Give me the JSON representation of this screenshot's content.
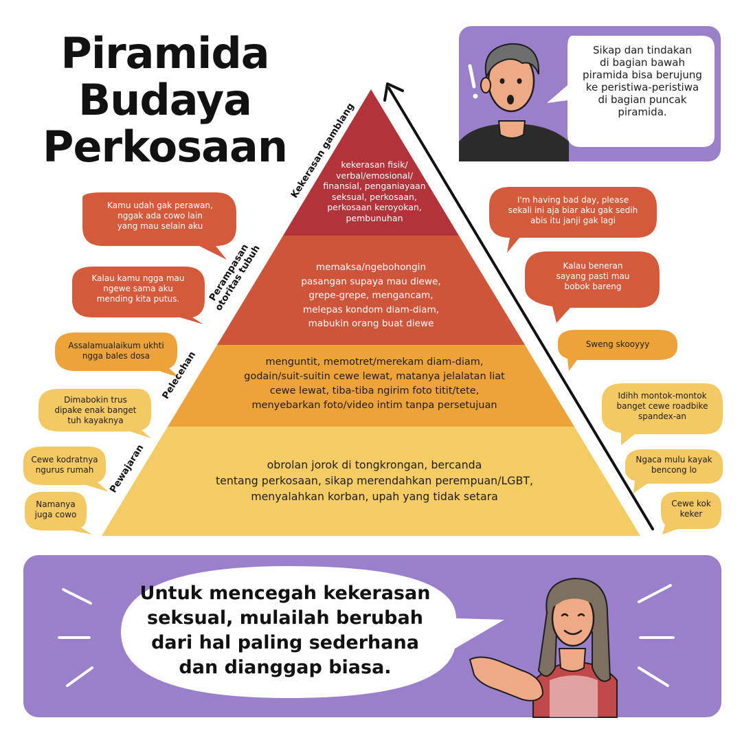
{
  "title": {
    "line1": "Piramida",
    "line2": "Budaya",
    "line3": "Perkosaan"
  },
  "top_panel": {
    "lines": [
      "Sikap dan tindakan",
      "di bagian bawah",
      "piramida bisa berujung",
      "ke peristiwa-peristiwa",
      "di bagian puncak",
      "piramida."
    ]
  },
  "pyramid": {
    "labels": {
      "tier1": "Kekerasan gamblang",
      "tier2_line1": "Perampasan",
      "tier2_line2": "otoritas tubuh",
      "tier3": "Pelecehan",
      "tier4": "Pewajaran"
    },
    "tier1_lines": [
      "kekerasan fisik/",
      "verbal/emosional/",
      "finansial, penganiayaan",
      "seksual, perkosaan,",
      "perkosaan keroyokan,",
      "pembunuhan"
    ],
    "tier2_lines": [
      "memaksa/ngebohongin",
      "pasangan supaya mau diewe,",
      "grepe-grepe, mengancam,",
      "melepas kondom diam-diam,",
      "mabukin orang buat diewe"
    ],
    "tier3_lines": [
      "menguntit, memotret/merekam diam-diam,",
      "godain/suit-suitin cewe lewat, matanya jelalatan liat",
      "cewe lewat, tiba-tiba ngirim foto titit/tete,",
      "menyebarkan foto/video intim tanpa persetujuan"
    ],
    "tier4_lines": [
      "obrolan jorok di tongkrongan, bercanda",
      "tentang perkosaan, sikap merendahkan perempuan/LGBT,",
      "menyalahkan korban, upah yang tidak setara"
    ]
  },
  "bubbles": {
    "left1": [
      "Kamu udah gak perawan,",
      "nggak ada cowo lain",
      "yang mau selain aku"
    ],
    "left2": [
      "Kalau kamu ngga mau",
      "ngewe sama aku",
      "mending kita putus."
    ],
    "left3": [
      "Assalamualaikum ukhti",
      "ngga bales dosa"
    ],
    "left4": [
      "Dimabokin trus",
      "dipake enak banget",
      "tuh kayaknya"
    ],
    "left5": [
      "Cewe kodratnya",
      "ngurus rumah"
    ],
    "left6": [
      "Namanya",
      "juga cowo"
    ],
    "right1": [
      "I'm having bad day, please",
      "sekali ini aja biar aku gak sedih",
      "abis itu janji gak lagi"
    ],
    "right2": [
      "Kalau beneran",
      "sayang pasti mau",
      "bobok bareng"
    ],
    "right3": [
      "Sweng skooyyy"
    ],
    "right4": [
      "Idihh montok-montok",
      "banget cewe roadbike",
      "spandex-an"
    ],
    "right5": [
      "Ngaca mulu kayak",
      "bencong lo"
    ],
    "right6": [
      "Cewe kok",
      "keker"
    ]
  },
  "bottom_panel": {
    "lines": [
      "Untuk mencegah kekerasan",
      "seksual, mulailah berubah",
      "dari hal paling sederhana",
      "dan dianggap biasa."
    ]
  },
  "colors": {
    "purple": "#9a7fcb",
    "tier1": "#b2343a",
    "tier2": "#cf553a",
    "tier3": "#eda33a",
    "tier4": "#f5cc63",
    "bubble_red": "#d45a3b",
    "bubble_orange": "#eda33a",
    "bubble_yellow": "#f4c862"
  }
}
